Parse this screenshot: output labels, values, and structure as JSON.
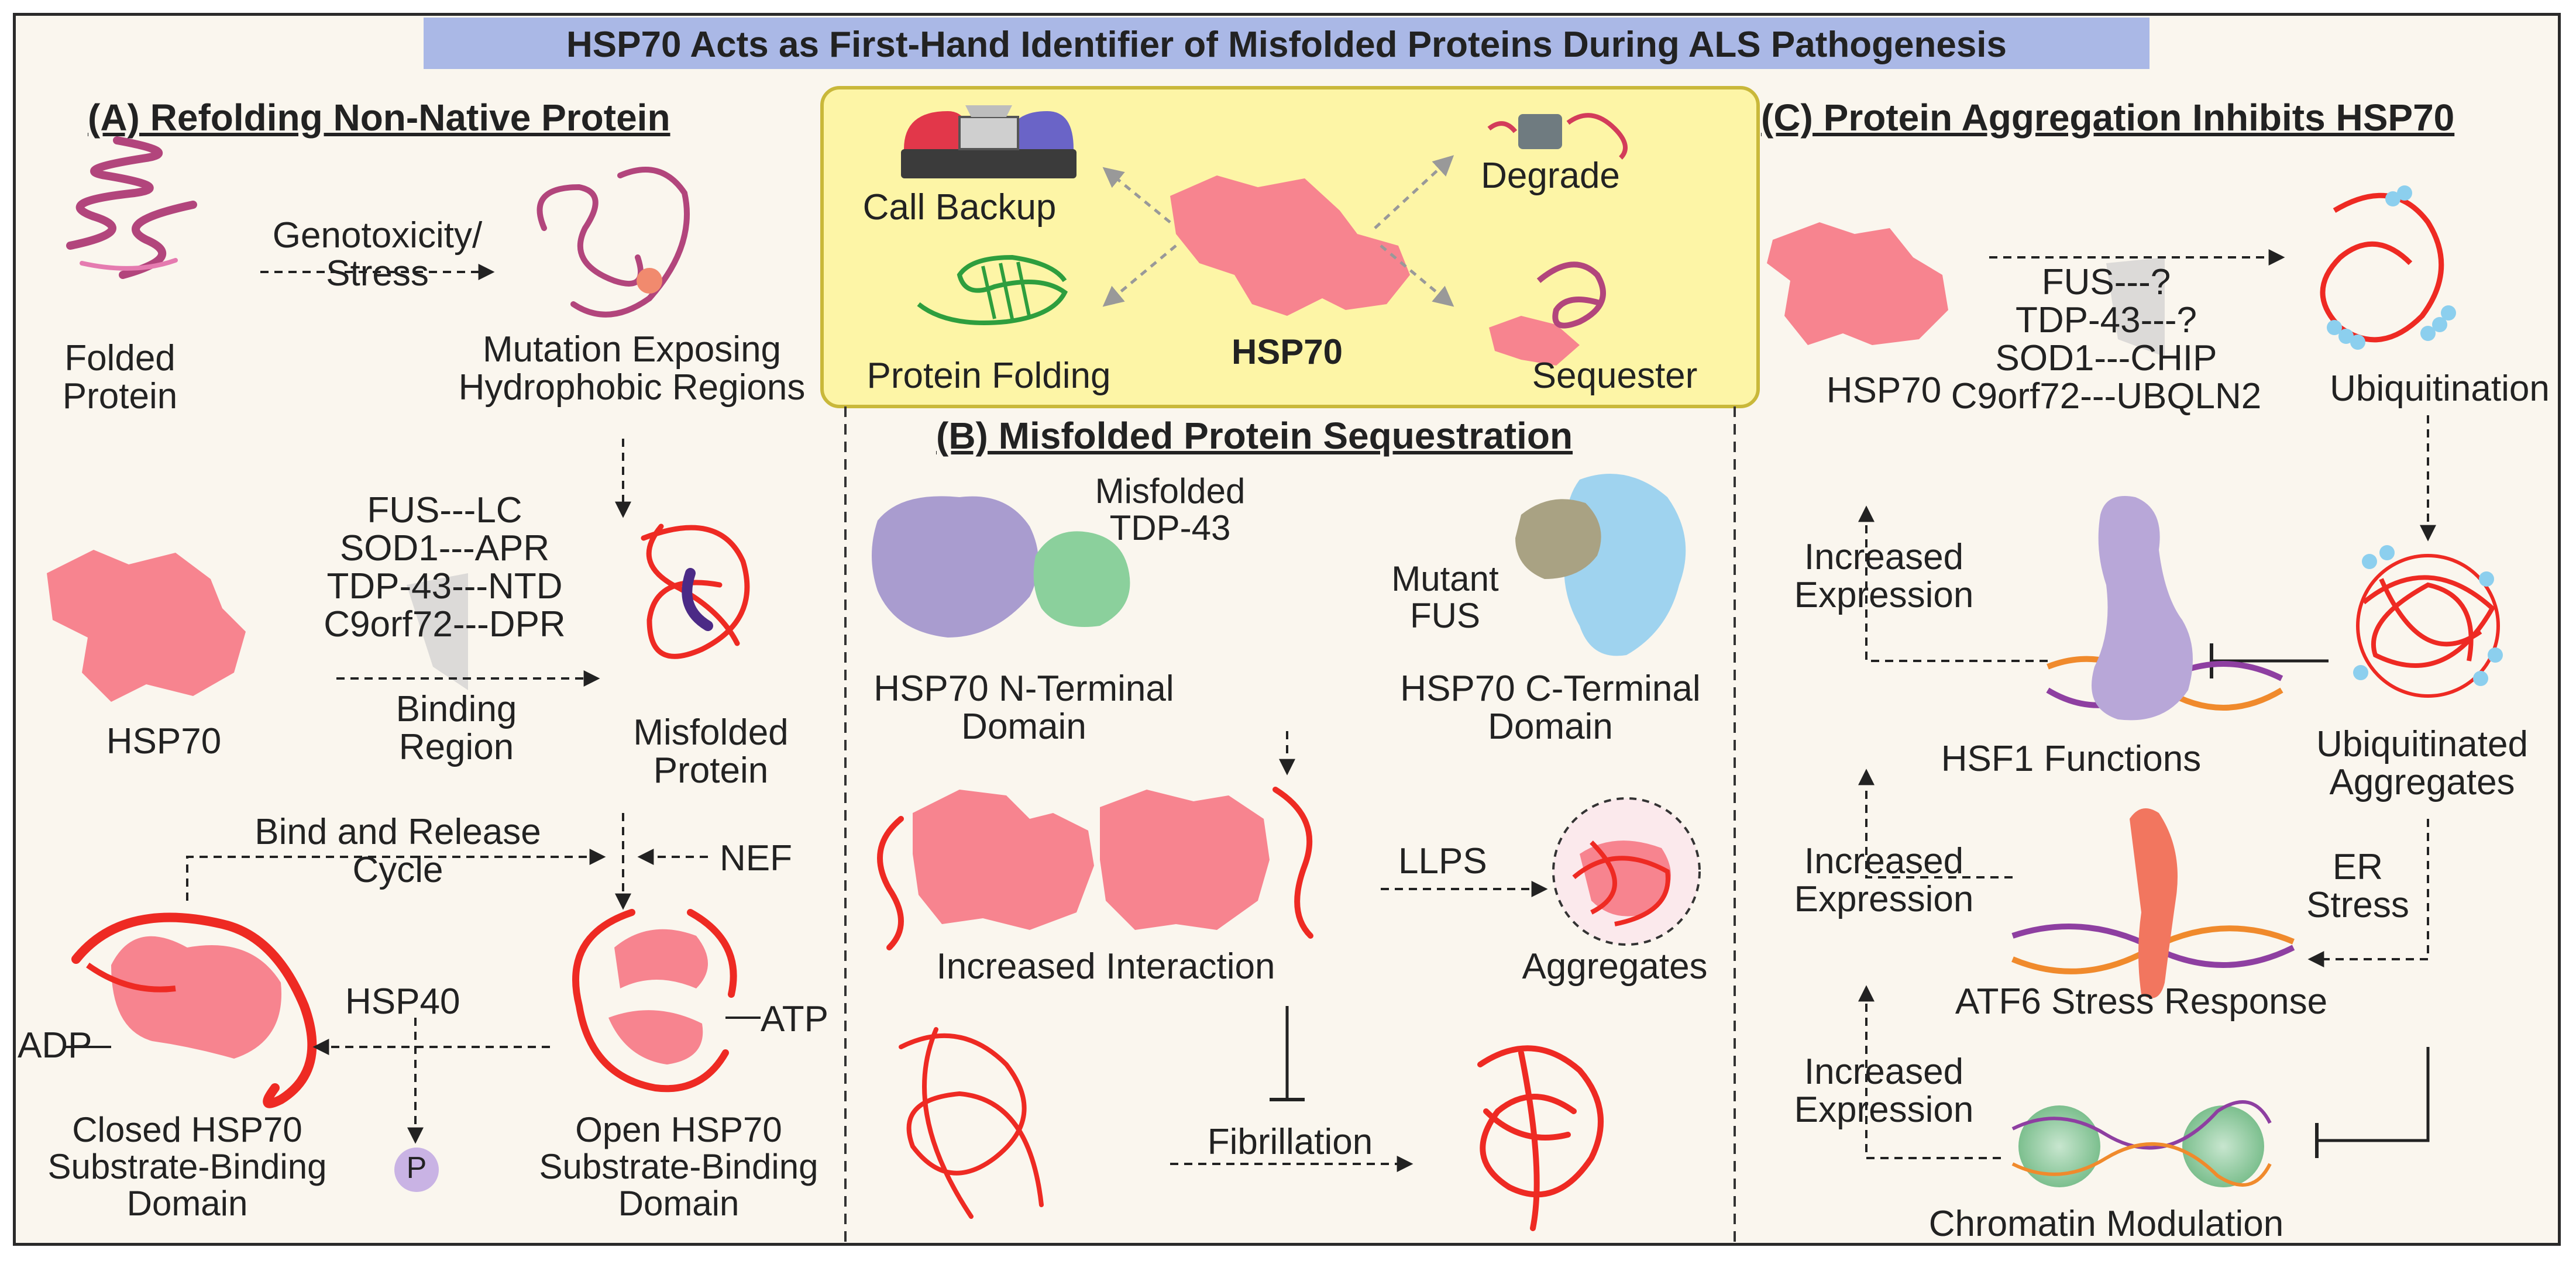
{
  "title": "HSP70 Acts as First-Hand Identifier of Misfolded Proteins During ALS Pathogenesis",
  "colors": {
    "title_bg": "#aab8e6",
    "center_box": "#fdf5a6",
    "hsp70": "#f7848f",
    "ribbon": "#ee2a23",
    "magenta": "#b2457c",
    "purple": "#a99ccf",
    "green": "#8bd09c",
    "blue": "#9fd3ef"
  },
  "panel_a": {
    "header": "(A) Refolding Non-Native Protein",
    "folded_protein": [
      "Folded",
      "Protein"
    ],
    "stress": [
      "Genotoxicity/",
      "Stress"
    ],
    "mutation": [
      "Mutation Exposing",
      "Hydrophobic Regions"
    ],
    "binding_list": [
      "FUS---LC",
      "SOD1---APR",
      "TDP-43---NTD",
      "C9orf72---DPR"
    ],
    "binding_region": [
      "Binding",
      "Region"
    ],
    "hsp70": "HSP70",
    "misfolded": [
      "Misfolded",
      "Protein"
    ],
    "cycle": [
      "Bind and Release",
      "Cycle"
    ],
    "nef": "NEF",
    "adp": "ADP",
    "hsp40": "HSP40",
    "atp": "ATP",
    "p": "P",
    "closed": [
      "Closed HSP70",
      "Substrate-Binding",
      "Domain"
    ],
    "open": [
      "Open HSP70",
      "Substrate-Binding",
      "Domain"
    ]
  },
  "center_box": {
    "call_backup": "Call Backup",
    "degrade": "Degrade",
    "protein_folding": "Protein Folding",
    "hsp70": "HSP70",
    "sequester": "Sequester"
  },
  "panel_b": {
    "header": "(B) Misfolded Protein Sequestration",
    "misfolded_tdp": [
      "Misfolded",
      "TDP-43"
    ],
    "mutant_fus": [
      "Mutant",
      "FUS"
    ],
    "n_terminal": [
      "HSP70 N-Terminal",
      "Domain"
    ],
    "c_terminal": [
      "HSP70 C-Terminal",
      "Domain"
    ],
    "increased_interaction": "Increased Interaction",
    "llps": "LLPS",
    "aggregates": "Aggregates",
    "fibrillation": "Fibrillation"
  },
  "panel_c": {
    "header": "(C) Protein Aggregation Inhibits HSP70",
    "hsp70": "HSP70",
    "list": [
      "FUS---?",
      "TDP-43---?",
      "SOD1---CHIP",
      "C9orf72---UBQLN2"
    ],
    "ubiquitination": "Ubiquitination",
    "increased_expression": [
      "Increased",
      "Expression"
    ],
    "hsf1": "HSF1 Functions",
    "ubiq_aggregates": [
      "Ubiquitinated",
      "Aggregates"
    ],
    "er_stress": [
      "ER",
      "Stress"
    ],
    "atf6": "ATF6 Stress Response",
    "chromatin": "Chromatin Modulation"
  }
}
